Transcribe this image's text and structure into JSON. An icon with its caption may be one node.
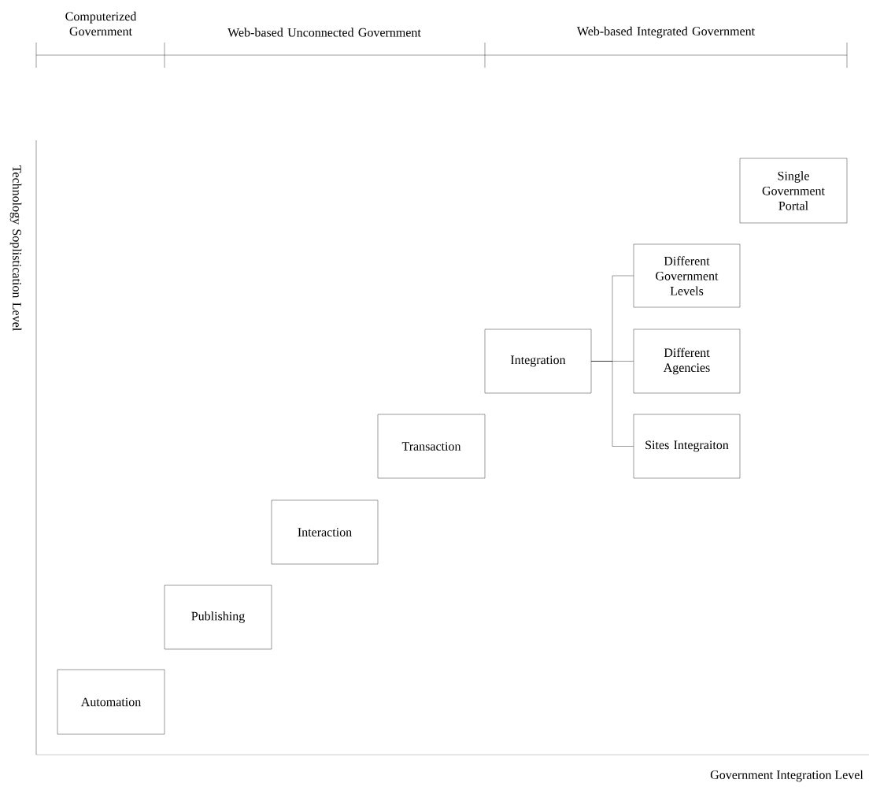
{
  "diagram": {
    "nodes": [
      {
        "text": [
          "Automation"
        ]
      },
      {
        "text": [
          "Publishing"
        ]
      },
      {
        "text": [
          "Interaction"
        ]
      },
      {
        "text": [
          "Transaction"
        ]
      },
      {
        "text": [
          "Integration"
        ]
      },
      {
        "text": [
          "Different Government Levels"
        ]
      },
      {
        "text": [
          "Different Agencies"
        ]
      },
      {
        "text": [
          "Sites Integraiton"
        ]
      },
      {
        "text": [
          "Single Government Portal"
        ]
      }
    ],
    "edges": [
      {
        "from": 4,
        "to": 5,
        "arrow": "none"
      },
      {
        "from": 4,
        "to": 6,
        "arrow": "none"
      },
      {
        "from": 4,
        "to": 7,
        "arrow": "none"
      }
    ],
    "labels": [
      "Computerized Government",
      "Web-based Unconnected Government",
      "Web-based Integrated Government",
      "Technology Soplistication Level",
      "Government Integration Level"
    ]
  }
}
